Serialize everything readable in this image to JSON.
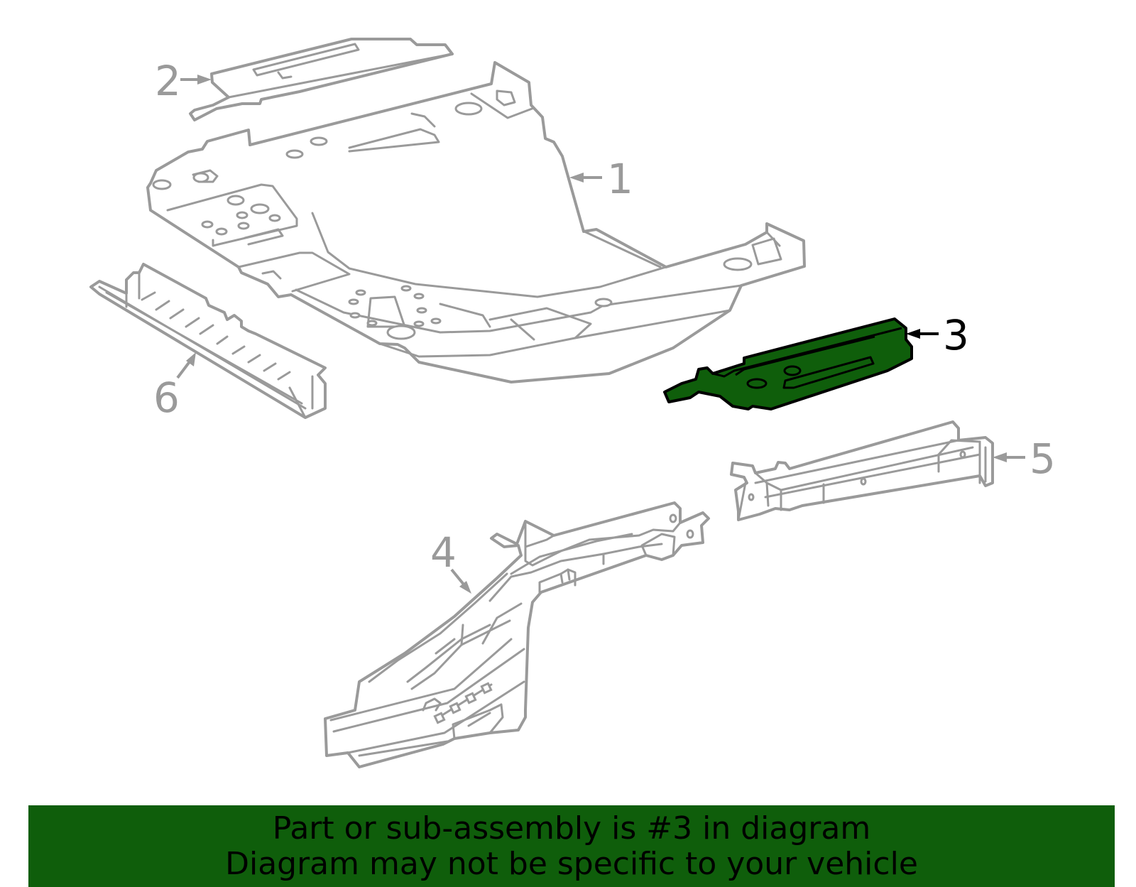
{
  "diagram": {
    "highlight_color": "#0f5e0b",
    "part_stroke_color": "#9a9a9a",
    "highlighted_part": "3",
    "callouts": [
      {
        "id": "1",
        "label": "1"
      },
      {
        "id": "2",
        "label": "2"
      },
      {
        "id": "3",
        "label": "3"
      },
      {
        "id": "4",
        "label": "4"
      },
      {
        "id": "5",
        "label": "5"
      },
      {
        "id": "6",
        "label": "6"
      }
    ]
  },
  "banner": {
    "background": "#0f5e0b",
    "line1": "Part or sub-assembly is #3 in diagram",
    "line2": "Diagram may not be specific to your vehicle"
  }
}
